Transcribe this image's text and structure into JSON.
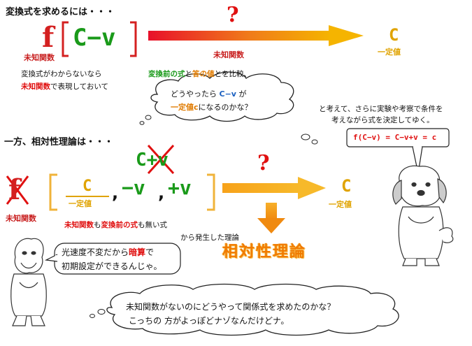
{
  "top": {
    "heading": "変換式を求めるには・・・",
    "f_letter": "f",
    "expr": "C−v",
    "unknown_label": "未知関数",
    "question": "?",
    "arrow_label": "未知関数",
    "constant": "C",
    "constant_label": "一定値",
    "note_line1": "変換式がわからないなら",
    "note_line2_a": "未知関数",
    "note_line2_b": "で表現しておいて",
    "compare_a": "変換前の式",
    "compare_b": "と",
    "compare_c": "答の値",
    "compare_d": "とを比較、",
    "cloud_line1_a": "どうやったら ",
    "cloud_line1_b": "C−v",
    "cloud_line1_c": " が",
    "cloud_line2_a": "一定値c",
    "cloud_line2_b": "になるのかな？",
    "consider_line1": "と考えて、さらに実験や考察で条件を",
    "consider_line2": "考えながら式を決定してゆく。"
  },
  "bottom": {
    "heading": "一方、相対性理論は・・・",
    "crossed_expr": "C+v",
    "f_letter": "f",
    "frac_c": "C",
    "frac_label": "一定値",
    "comma1": ",",
    "term2": "−v",
    "comma2": ",",
    "term3": "+v",
    "question": "?",
    "constant": "C",
    "constant_label": "一定値",
    "unknown_label": "未知関数",
    "note_a": "未知関数",
    "note_b": "も",
    "note_c": "変換前の式",
    "note_d": "も無い式",
    "note_line2": "から発生した理論",
    "theory": "相対性理論",
    "dog_formula_a": "f(C−v) = ",
    "dog_formula_b": "C−v+v",
    "dog_formula_c": " = ",
    "dog_formula_d": "c",
    "speech_line1_a": "光速度不変だから",
    "speech_line1_b": "暗算",
    "speech_line1_c": "で",
    "speech_line2": "初期設定ができるんじゃ。",
    "cloud_line1": "未知関数がないのにどうやって関係式を求めたのかな？",
    "cloud_line2": "こっちの 方がよっぽどナゾなんだけどナ。"
  },
  "colors": {
    "red": "#e01010",
    "orange": "#e07b00",
    "green": "#1a9a1a",
    "gold": "#e0a300"
  }
}
